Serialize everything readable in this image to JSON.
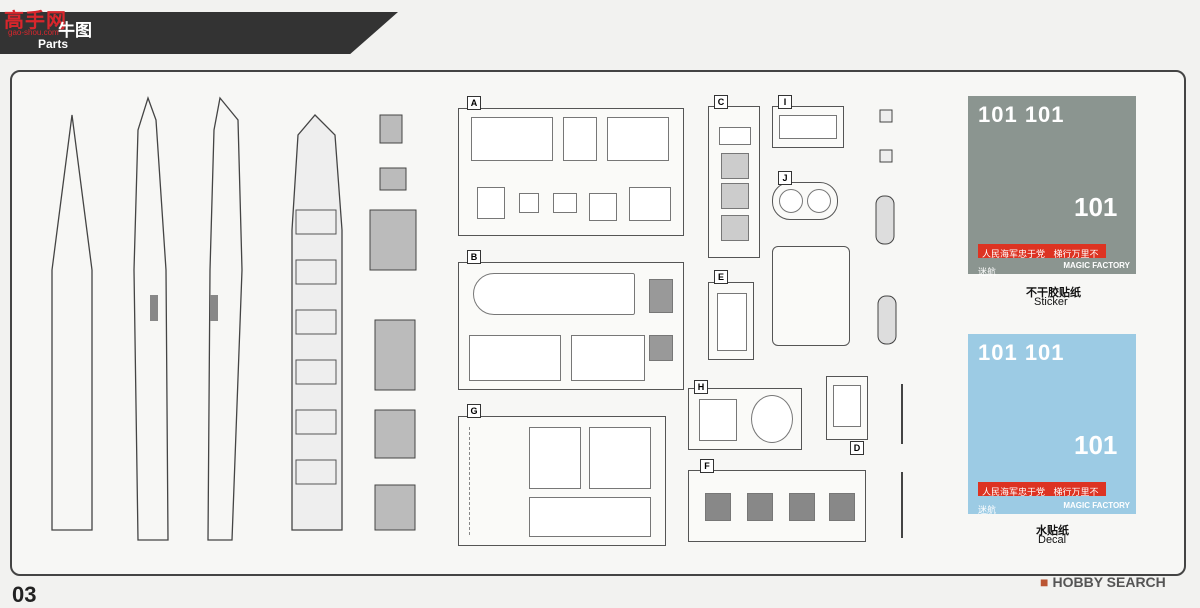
{
  "header": {
    "watermark": "高手网",
    "watermark_sub": "gao-shou.com",
    "title_cn": "牛图",
    "title_en": "Parts"
  },
  "sprues": {
    "A": "A",
    "B": "B",
    "C": "C",
    "D": "D",
    "E": "E",
    "F": "F",
    "G": "G",
    "H": "H",
    "I": "I",
    "J": "J"
  },
  "decals": {
    "top_number": "101 101",
    "big_number": "101",
    "banner_text": "人民海军忠于党",
    "banner_text_2": "梯行万里不迷航",
    "factory": "MAGIC FACTORY",
    "sticker_cn": "不干胶贴纸",
    "sticker_en": "Sticker",
    "water_cn": "水贴纸",
    "water_en": "Decal"
  },
  "footer": {
    "page": "03",
    "brand": "HOBBY SEARCH"
  }
}
